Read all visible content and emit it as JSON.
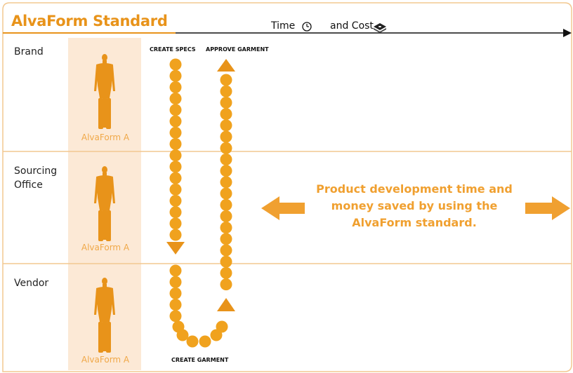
{
  "title": "AlvaForm Standard",
  "axis": {
    "time_label": "Time",
    "cost_label": "and Cost",
    "clock_icon": "clock-icon",
    "money_icon": "money-stack-icon"
  },
  "lanes": [
    {
      "label_line1": "Brand",
      "label_line2": "",
      "form_label": "AlvaForm A"
    },
    {
      "label_line1": "Sourcing",
      "label_line2": "Office",
      "form_label": "AlvaForm A"
    },
    {
      "label_line1": "Vendor",
      "label_line2": "",
      "form_label": "AlvaForm A"
    }
  ],
  "steps": {
    "create_specs": "CREATE SPECS",
    "approve_garment": "APPROVE GARMENT",
    "create_garment": "CREATE GARMENT"
  },
  "callout": {
    "line1": "Product development time and",
    "line2": "money saved by using the",
    "line3": "AlvaForm standard."
  },
  "colors": {
    "accent": "#E8931A",
    "dot": "#F0A21E",
    "column_bg": "#FCE9D6",
    "divider": "#F2C890",
    "frame": "#F2C890"
  }
}
